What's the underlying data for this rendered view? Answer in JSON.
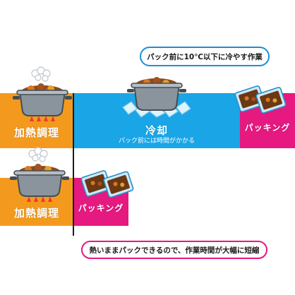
{
  "row1": {
    "step1_label": "加熱調理",
    "step2_label": "冷却",
    "step2_sub": "パック前には時間がかかる",
    "step3_label": "パッキング"
  },
  "row2": {
    "step1_label": "加熱調理",
    "step2_label": "パッキング"
  },
  "callouts": {
    "top": "パック前に10℃以下に冷やす作業",
    "bottom": "熱いままパックできるので、作業時間が大幅に短縮"
  },
  "colors": {
    "orange": "#f39a1e",
    "blue": "#19a5e6",
    "magenta": "#e5197f",
    "callout_blue_border": "#1e8fd6"
  },
  "icons": [
    "cooking-pot-icon",
    "stove-flame-icon",
    "steam-icon",
    "ice-icon",
    "vacuum-pack-icon"
  ]
}
